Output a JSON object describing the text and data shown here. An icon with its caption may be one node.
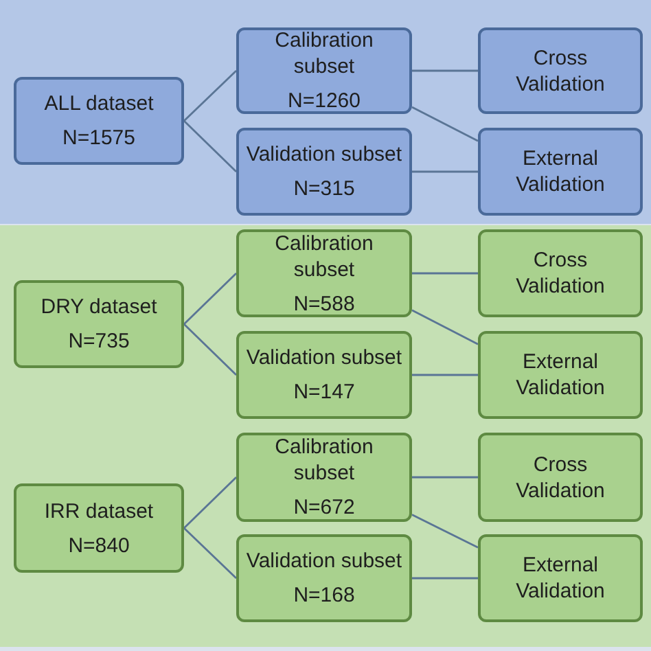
{
  "diagram": {
    "nodes": [
      {
        "text": [
          "ALL dataset",
          "N=1575"
        ]
      },
      {
        "text": [
          "Calibration subset",
          "N=1260"
        ]
      },
      {
        "text": [
          "Validation subset",
          "N=315"
        ]
      },
      {
        "text": [
          "Cross Validation"
        ]
      },
      {
        "text": [
          "External Validation"
        ]
      },
      {
        "text": [
          "DRY dataset",
          "N=735"
        ]
      },
      {
        "text": [
          "Calibration subset",
          "N=588"
        ]
      },
      {
        "text": [
          "Validation subset",
          "N=147"
        ]
      },
      {
        "text": [
          "Cross Validation"
        ]
      },
      {
        "text": [
          "External Validation"
        ]
      },
      {
        "text": [
          "IRR dataset",
          "N=840"
        ]
      },
      {
        "text": [
          "Calibration subset",
          "N=672"
        ]
      },
      {
        "text": [
          "Validation subset",
          "N=168"
        ]
      },
      {
        "text": [
          "Cross Validation"
        ]
      },
      {
        "text": [
          "External Validation"
        ]
      }
    ],
    "edges": [
      {
        "from": 0,
        "to": 1,
        "arrow": "none"
      },
      {
        "from": 0,
        "to": 2,
        "arrow": "none"
      },
      {
        "from": 1,
        "to": 3,
        "arrow": "none"
      },
      {
        "from": 1,
        "to": 4,
        "arrow": "none"
      },
      {
        "from": 2,
        "to": 4,
        "arrow": "none"
      },
      {
        "from": 5,
        "to": 6,
        "arrow": "none"
      },
      {
        "from": 5,
        "to": 7,
        "arrow": "none"
      },
      {
        "from": 6,
        "to": 8,
        "arrow": "none"
      },
      {
        "from": 6,
        "to": 9,
        "arrow": "none"
      },
      {
        "from": 7,
        "to": 9,
        "arrow": "none"
      },
      {
        "from": 10,
        "to": 11,
        "arrow": "none"
      },
      {
        "from": 10,
        "to": 12,
        "arrow": "none"
      },
      {
        "from": 11,
        "to": 13,
        "arrow": "none"
      },
      {
        "from": 11,
        "to": 14,
        "arrow": "none"
      },
      {
        "from": 12,
        "to": 14,
        "arrow": "none"
      }
    ]
  }
}
